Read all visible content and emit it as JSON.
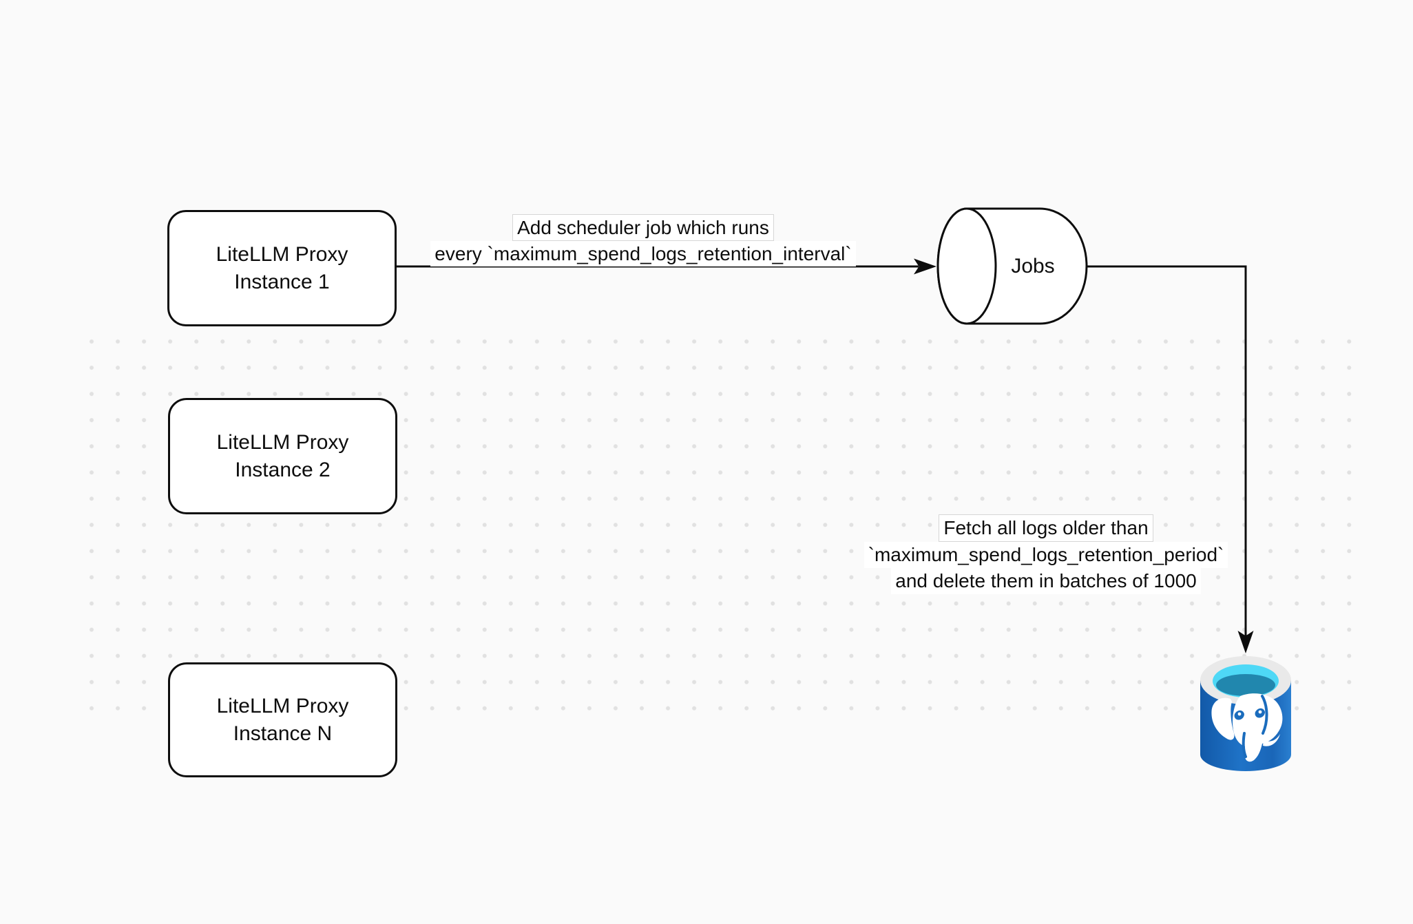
{
  "diagram": {
    "nodes": {
      "instance1": {
        "line1": "LiteLLM Proxy",
        "line2": "Instance 1"
      },
      "instance2": {
        "line1": "LiteLLM Proxy",
        "line2": "Instance 2"
      },
      "instanceN": {
        "line1": "LiteLLM Proxy",
        "line2": "Instance N"
      },
      "jobs": {
        "label": "Jobs"
      },
      "postgres": {
        "icon": "postgresql-database-cylinder"
      }
    },
    "edges": {
      "scheduler": {
        "line1": "Add scheduler job which runs",
        "line2": "every `maximum_spend_logs_retention_interval`"
      },
      "fetch": {
        "line1": "Fetch all logs older than",
        "line2": "`maximum_spend_logs_retention_period`",
        "line3": "and delete them in batches of 1000"
      }
    },
    "colors": {
      "background": "#fafafa",
      "dot_grid": "#e1e1e1",
      "node_border": "#0d0d0d",
      "node_fill": "#ffffff",
      "connector": "#0d0d0d",
      "postgres_blue": "#1a6cbd",
      "postgres_blue_dark": "#1259a8",
      "postgres_rim_gray": "#e9e9e9",
      "postgres_cyan": "#4ed8f6",
      "postgres_teal": "#2187ae"
    }
  }
}
